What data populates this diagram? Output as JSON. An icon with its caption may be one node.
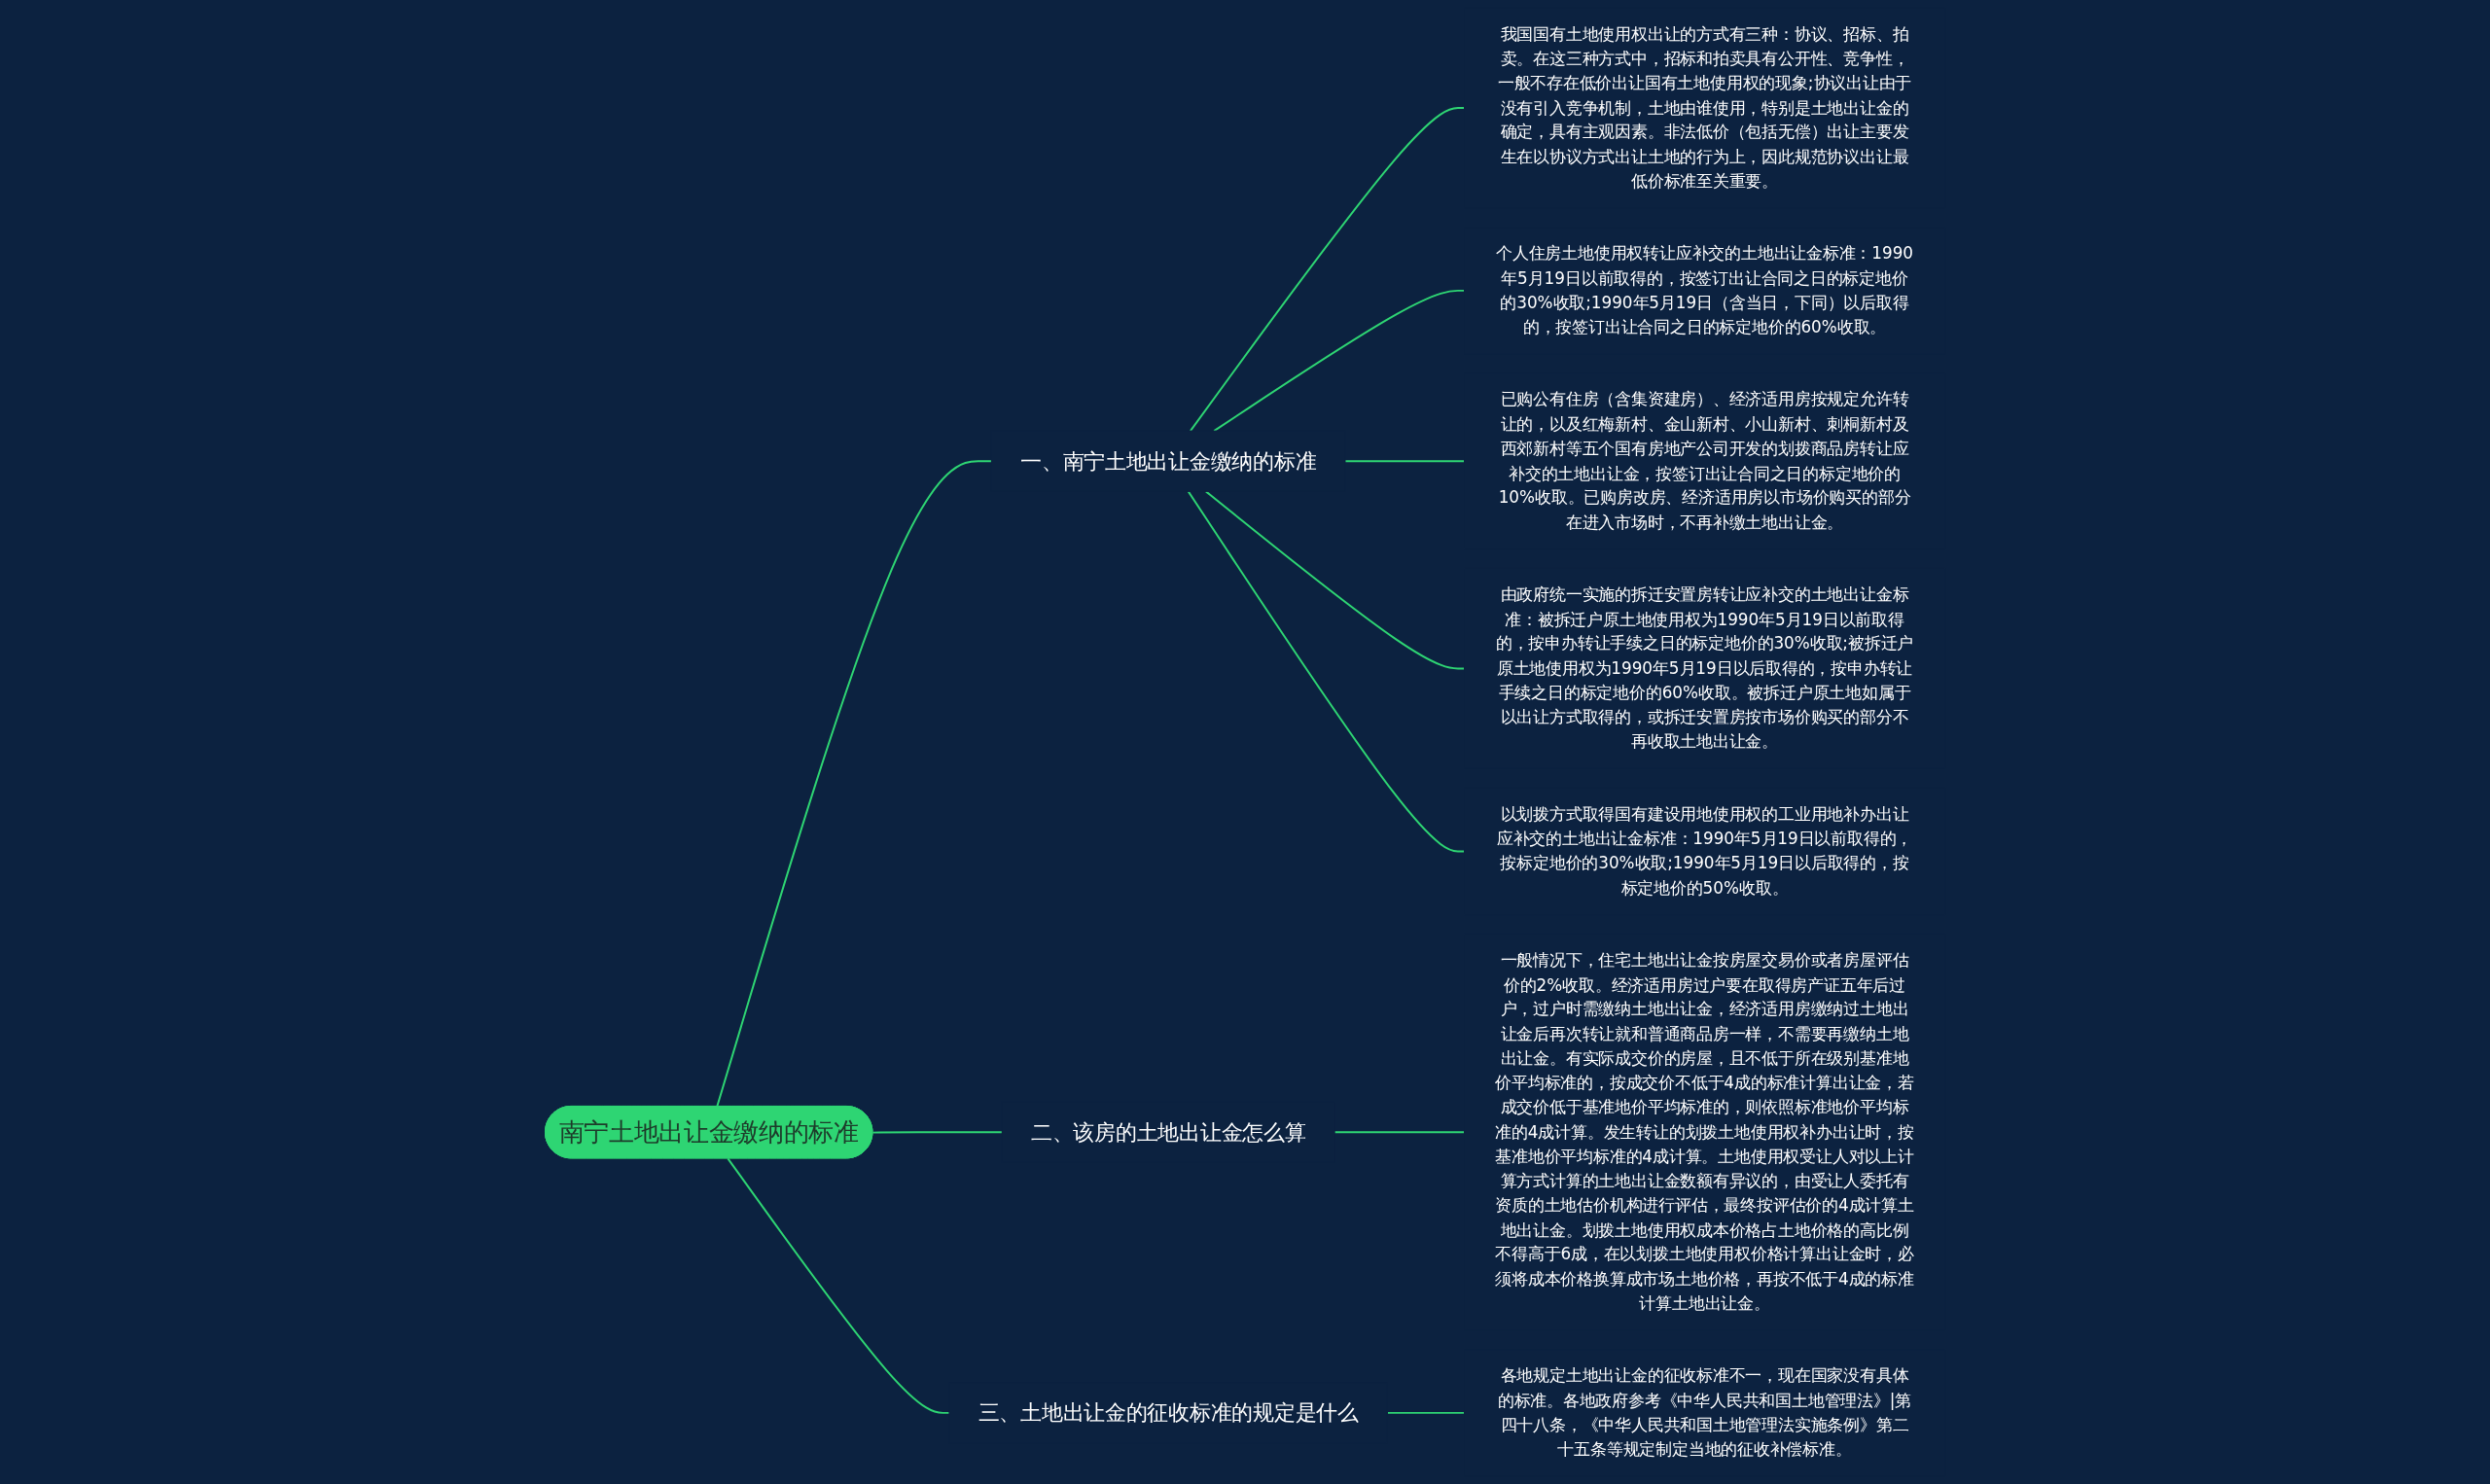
{
  "diagram": {
    "nodes": [
      {
        "text": [
          "南宁土地出让金缴纳的标准"
        ]
      },
      {
        "text": [
          "一、南宁土地出让金缴纳的标准"
        ]
      },
      {
        "text": [
          "我国国有土地使用权出让的方式有三种：协议、招标、拍卖。在这三种方式中，招标和拍卖具有公开性、竞争性，一般不存在低价出让国有土地使用权的现象;协议出让由于没有引入竞争机制，土地由谁使用，特别是土地出让金的确定，具有主观因素。非法低价（包括无偿）出让主要发生在以协议方式出让土地的行为上，因此规范协议出让最低价标准至关重要。"
        ]
      },
      {
        "text": [
          "个人住房土地使用权转让应补交的土地出让金标准：1990年5月19日以前取得的，按签订出让合同之日的标定地价的30%收取;1990年5月19日（含当日，下同）以后取得的，按签订出让合同之日的标定地价的60%收取。"
        ]
      },
      {
        "text": [
          "已购公有住房（含集资建房）、经济适用房按规定允许转让的，以及红梅新村、金山新村、小山新村、刺桐新村及西郊新村等五个国有房地产公司开发的划拨商品房转让应补交的土地出让金，按签订出让合同之日的标定地价的10%收取。已购房改房、经济适用房以市场价购买的部分在进入市场时，不再补缴土地出让金。"
        ]
      },
      {
        "text": [
          "由政府统一实施的拆迁安置房转让应补交的土地出让金标准：被拆迁户原土地使用权为1990年5月19日以前取得的，按申办转让手续之日的标定地价的30%收取;被拆迁户原土地使用权为1990年5月19日以后取得的，按申办转让手续之日的标定地价的60%收取。被拆迁户原土地如属于以出让方式取得的，或拆迁安置房按市场价购买的部分不再收取土地出让金。"
        ]
      },
      {
        "text": [
          "以划拨方式取得国有建设用地使用权的工业用地补办出让应补交的土地出让金标准：1990年5月19日以前取得的，按标定地价的30%收取;1990年5月19日以后取得的，按标定地价的50%收取。"
        ]
      },
      {
        "text": [
          "二、该房的土地出让金怎么算"
        ]
      },
      {
        "text": [
          "一般情况下，住宅土地出让金按房屋交易价或者房屋评估价的2%收取。经济适用房过户要在取得房产证五年后过户，过户时需缴纳土地出让金，经济适用房缴纳过土地出让金后再次转让就和普通商品房一样，不需要再缴纳土地出让金。有实际成交价的房屋，且不低于所在级别基准地价平均标准的，按成交价不低于4成的标准计算出让金，若成交价低于基准地价平均标准的，则依照标准地价平均标准的4成计算。发生转让的划拨土地使用权补办出让时，按基准地价平均标准的4成计算。土地使用权受让人对以上计算方式计算的土地出让金数额有异议的，由受让人委托有资质的土地估价机构进行评估，最终按评估价的4成计算土地出让金。划拨土地使用权成本价格占土地价格的高比例不得高于6成，在以划拨土地使用权价格计算出让金时，必须将成本价格换算成市场土地价格，再按不低于4成的标准计算土地出让金。"
        ]
      },
      {
        "text": [
          "三、土地出让金的征收标准的规定是什么"
        ]
      },
      {
        "text": [
          "各地规定土地出让金的征收标准不一，现在国家没有具体的标准。各地政府参考《中华人民共和国土地管理法》|第四十八条，《中华人民共和国土地管理法实施条例》第二十五条等规定制定当地的征收补偿标准。"
        ]
      }
    ],
    "edges": [
      {
        "from": 0,
        "to": 1,
        "arrow": "none"
      },
      {
        "from": 1,
        "to": 2,
        "arrow": "none"
      },
      {
        "from": 1,
        "to": 3,
        "arrow": "none"
      },
      {
        "from": 1,
        "to": 4,
        "arrow": "none"
      },
      {
        "from": 1,
        "to": 5,
        "arrow": "none"
      },
      {
        "from": 1,
        "to": 6,
        "arrow": "none"
      },
      {
        "from": 0,
        "to": 7,
        "arrow": "none"
      },
      {
        "from": 7,
        "to": 8,
        "arrow": "none"
      },
      {
        "from": 0,
        "to": 9,
        "arrow": "none"
      },
      {
        "from": 9,
        "to": 10,
        "arrow": "none"
      }
    ]
  }
}
